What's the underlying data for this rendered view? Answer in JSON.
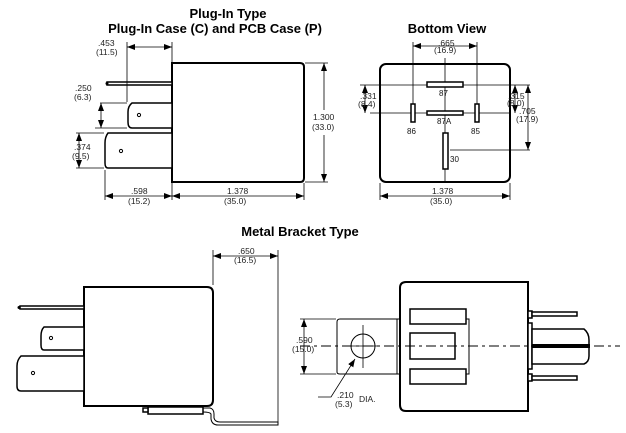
{
  "titles": {
    "plug_in_type": "Plug-In Type",
    "plug_in_subtitle": "Plug-In Case (C) and PCB Case (P)",
    "bottom_view": "Bottom View",
    "metal_bracket_type": "Metal Bracket Type"
  },
  "plug_in_dims": {
    "d453": ".453",
    "d453_mm": "(11.5)",
    "d250": ".250",
    "d250_mm": "(6.3)",
    "d374": ".374",
    "d374_mm": "(9.5)",
    "d598": ".598",
    "d598_mm": "(15.2)",
    "d1378": "1.378",
    "d1378_mm": "(35.0)",
    "d1300": "1.300",
    "d1300_mm": "(33.0)"
  },
  "bottom_view_dims": {
    "d665": ".665",
    "d665_mm": "(16.9)",
    "d331": ".331",
    "d331_mm": "(8.4)",
    "d315": ".315",
    "d315_mm": "(8.0)",
    "d705": ".705",
    "d705_mm": "(17.9)",
    "d1378": "1.378",
    "d1378_mm": "(35.0)"
  },
  "pins": {
    "p87": "87",
    "p87a": "87A",
    "p86": "86",
    "p85": "85",
    "p30": "30"
  },
  "bracket_dims": {
    "d650": ".650",
    "d650_mm": "(16.5)",
    "d590": ".590",
    "d590_mm": "(15.0)",
    "d210": ".210",
    "d210_mm": "(5.3)",
    "dia": "DIA."
  }
}
